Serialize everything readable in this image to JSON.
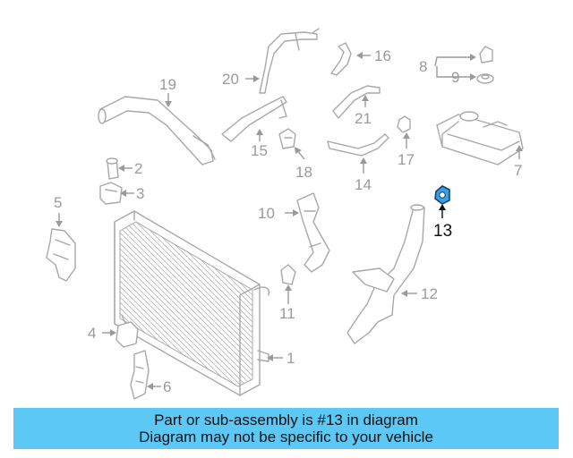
{
  "diagram": {
    "labels": {
      "p1": "1",
      "p2": "2",
      "p3": "3",
      "p4": "4",
      "p5": "5",
      "p6": "6",
      "p7": "7",
      "p8": "8",
      "p9": "9",
      "p10": "10",
      "p11": "11",
      "p12": "12",
      "p13": "13",
      "p14": "14",
      "p15": "15",
      "p16": "16",
      "p17": "17",
      "p18": "18",
      "p19": "19",
      "p20": "20",
      "p21": "21"
    },
    "highlight_part": "13",
    "highlight_color": "#3aa0e0",
    "part_color": "#a8a8a8"
  },
  "footer": {
    "line1": "Part or sub-assembly is #13 in diagram",
    "line2": "Diagram may not be specific to your vehicle",
    "background": "#5bc8f5"
  }
}
